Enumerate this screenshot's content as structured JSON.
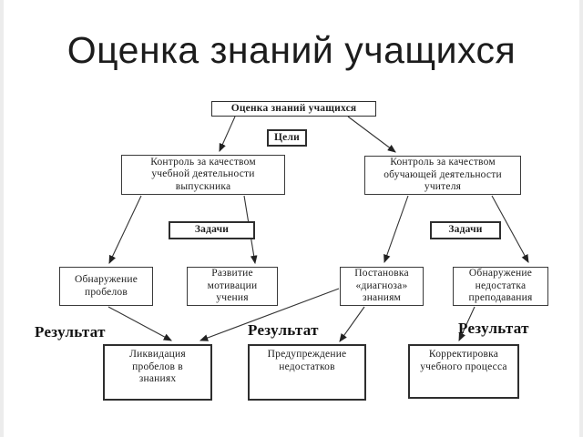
{
  "slide": {
    "title": "Оценка знаний учащихся"
  },
  "diagram": {
    "nodes": {
      "root": {
        "label": "Оценка знаний учащихся"
      },
      "goals": {
        "label": "Цели"
      },
      "control_graduate": {
        "label": "Контроль за качеством\nучебной деятельности\nвыпускника"
      },
      "control_teacher": {
        "label": "Контроль за качеством\nобучающей деятельности\nучителя"
      },
      "tasks_left": {
        "label": "Задачи"
      },
      "tasks_right": {
        "label": "Задачи"
      },
      "gap_detection": {
        "label": "Обнаружение\nпробелов"
      },
      "motivation": {
        "label": "Развитие\nмотивации\nучения"
      },
      "diagnosis": {
        "label": "Постановка\n«диагноза»\nзнаниям"
      },
      "teaching_flaws": {
        "label": "Обнаружение\nнедостатка\nпреподавания"
      },
      "gap_elimination": {
        "label": "Ликвидация\nпробелов в\nзнаниях"
      },
      "prevention": {
        "label": "Предупреждение\nнедостатков"
      },
      "correction": {
        "label": "Корректировка\nучебного процесса"
      }
    },
    "result_labels": {
      "left": "Результат",
      "middle": "Результат",
      "right": "Результат"
    },
    "edges": [
      {
        "from": "root",
        "to": "control_graduate"
      },
      {
        "from": "root",
        "to": "control_teacher"
      },
      {
        "from": "control_graduate",
        "to": "gap_detection"
      },
      {
        "from": "control_graduate",
        "to": "motivation"
      },
      {
        "from": "control_teacher",
        "to": "diagnosis"
      },
      {
        "from": "control_teacher",
        "to": "teaching_flaws"
      },
      {
        "from": "gap_detection",
        "to": "gap_elimination"
      },
      {
        "from": "diagnosis",
        "to": "gap_elimination"
      },
      {
        "from": "diagnosis",
        "to": "prevention"
      },
      {
        "from": "teaching_flaws",
        "to": "correction"
      }
    ],
    "colors": {
      "line": "#333333",
      "box_border": "#3a3a3a",
      "text": "#1d1d1d"
    }
  }
}
